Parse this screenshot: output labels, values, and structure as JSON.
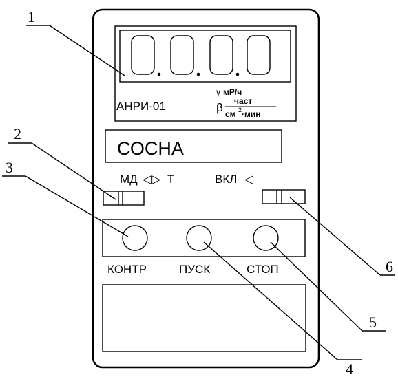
{
  "display": {
    "digits": [
      "0.",
      "0.",
      "0.",
      "0"
    ],
    "model": "АНРИ-01",
    "unit_gamma_symbol": "γ",
    "unit_gamma": "мР/ч",
    "unit_beta_symbol": "β",
    "unit_beta_num": "част",
    "unit_beta_den_a": "см",
    "unit_beta_den_sup": "2",
    "unit_beta_den_b": "·мин"
  },
  "screen": {
    "text": "СОСНА"
  },
  "switches": {
    "mode_left": "МД",
    "mode_arrows": "◁▷",
    "mode_right": "Т",
    "power": "ВКЛ",
    "power_arrow": "◁"
  },
  "buttons": [
    {
      "label": "КОНТР"
    },
    {
      "label": "ПУСК"
    },
    {
      "label": "СТОП"
    }
  ],
  "callouts": [
    "1",
    "2",
    "3",
    "4",
    "5",
    "6"
  ]
}
